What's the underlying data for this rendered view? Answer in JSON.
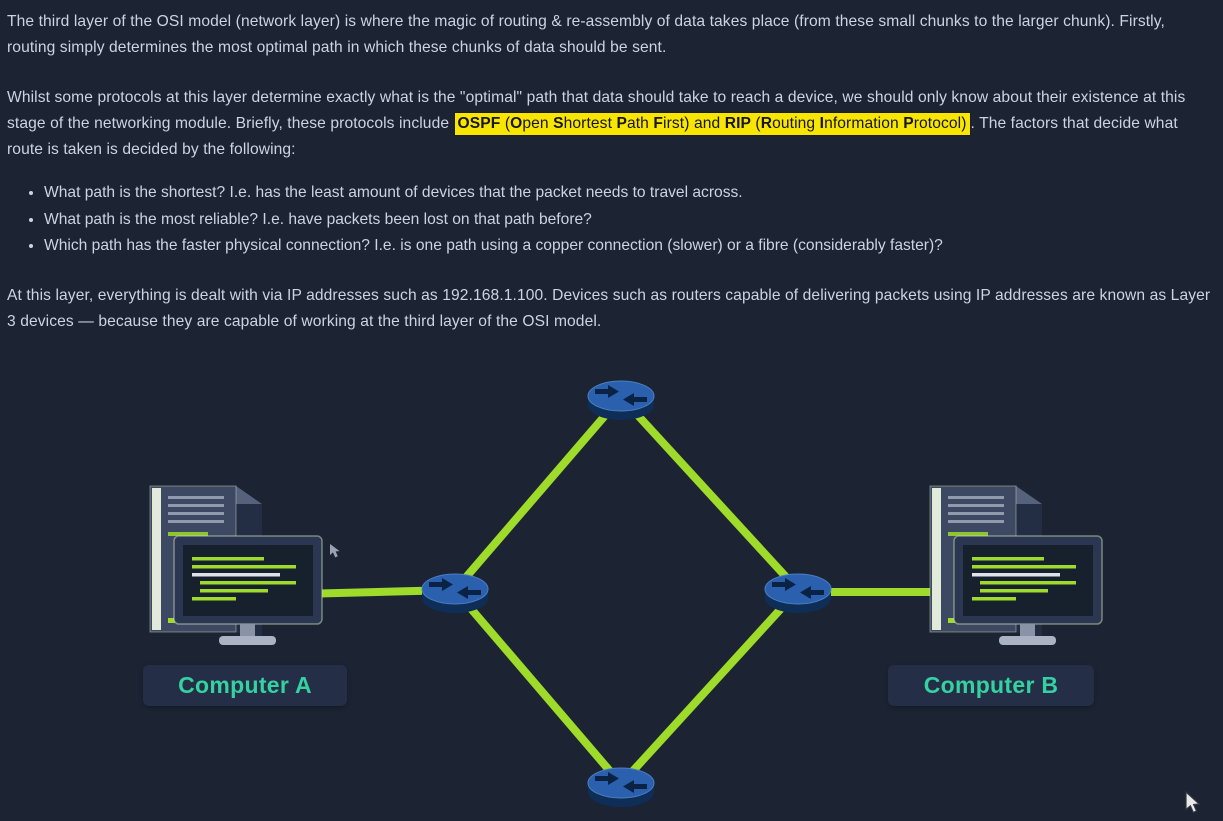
{
  "theme": {
    "background": "#1c2434",
    "text": "#ccd4e2",
    "highlight_bg": "#f8e602",
    "highlight_text": "#15151a",
    "connection_green": "#9edb2a",
    "router_blue": "#2a60ad",
    "label_color": "#35d1a0",
    "label_bg": "#242f47"
  },
  "content": {
    "p1": "The third layer of the OSI model (network layer) is where the magic of routing & re-assembly of data takes place (from these small chunks to the larger chunk). Firstly, routing simply determines the most optimal path in which these chunks of data should be sent.",
    "p2_pre": "Whilst some protocols at this layer determine exactly what is the \"optimal\" path that data should take to reach a device, we should only know about their existence at this stage of the networking module. Briefly, these protocols include ",
    "highlight_segments": [
      {
        "text": "OSPF",
        "bold": true
      },
      {
        "text": " (",
        "bold": false
      },
      {
        "text": "O",
        "bold": true
      },
      {
        "text": "pen ",
        "bold": false
      },
      {
        "text": "S",
        "bold": true
      },
      {
        "text": "hortest ",
        "bold": false
      },
      {
        "text": "P",
        "bold": true
      },
      {
        "text": "ath ",
        "bold": false
      },
      {
        "text": "F",
        "bold": true
      },
      {
        "text": "irst) and ",
        "bold": false
      },
      {
        "text": "RIP",
        "bold": true
      },
      {
        "text": " (",
        "bold": false
      },
      {
        "text": "R",
        "bold": true
      },
      {
        "text": "outing ",
        "bold": false
      },
      {
        "text": "I",
        "bold": true
      },
      {
        "text": "nformation ",
        "bold": false
      },
      {
        "text": "P",
        "bold": true
      },
      {
        "text": "rotocol)",
        "bold": false
      }
    ],
    "p2_post": ". The factors that decide what route is taken is decided by the following:",
    "bullets": [
      "What path is the shortest? I.e. has the least amount of devices that the packet needs to travel across.",
      "What path is the most reliable? I.e. have packets been lost on that path before?",
      "Which path has the faster physical connection? I.e. is one path using a copper connection (slower) or a fibre (considerably faster)?"
    ],
    "p3": "At this layer, everything is dealt with via IP addresses such as 192.168.1.100. Devices such as routers capable of delivering packets using IP addresses are known as Layer 3 devices — because they are capable of working at the third layer of the OSI model."
  },
  "diagram": {
    "computer_a_label": "Computer A",
    "computer_b_label": "Computer B"
  },
  "icons": {
    "router": "cisco-style router disc with arrows",
    "computer": "desktop tower with monitor showing green code lines",
    "mouse_pointer": "arrow cursor",
    "drag_cursor": "small gray cursor glyph"
  }
}
